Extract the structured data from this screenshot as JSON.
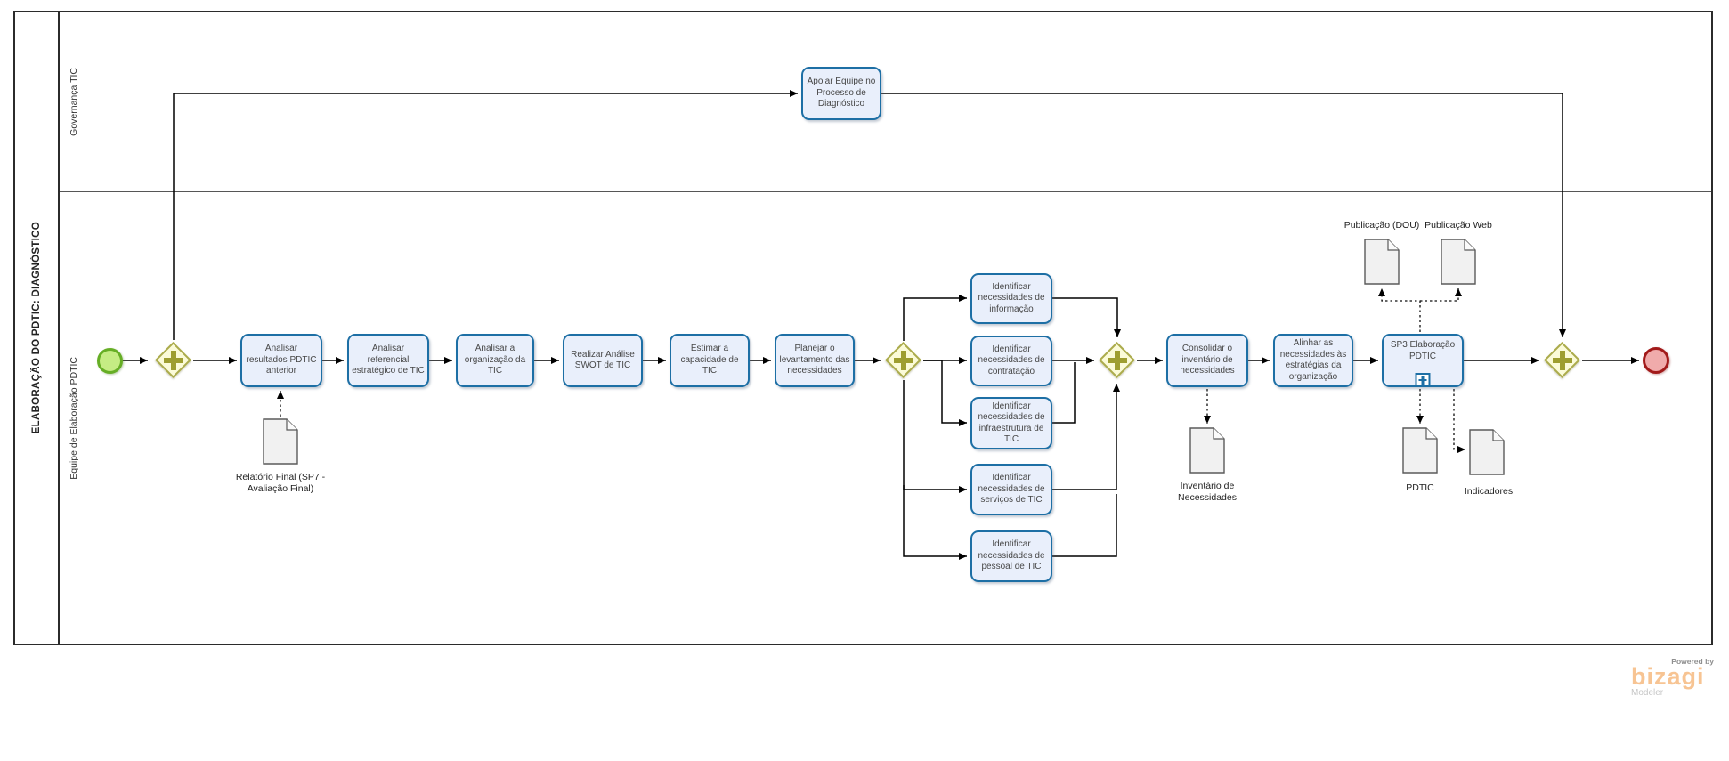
{
  "pool": {
    "title": "ELABORAÇÃO DO PDTIC: DIAGNÓSTICO",
    "lanes": [
      {
        "label": "Governança TIC"
      },
      {
        "label": "Equipe de Elaboração PDTIC"
      }
    ]
  },
  "tasks": [
    {
      "id": "apoiar-equipe",
      "label": "Apoiar Equipe no Processo de Diagnóstico"
    },
    {
      "id": "analisar-resultados",
      "label": "Analisar resultados PDTIC anterior"
    },
    {
      "id": "analisar-referencial",
      "label": "Analisar referencial estratégico de TIC"
    },
    {
      "id": "analisar-organizacao",
      "label": "Analisar a organização da TIC"
    },
    {
      "id": "realizar-analise-swot",
      "label": "Realizar Análise SWOT de TIC"
    },
    {
      "id": "estimar-capacidade",
      "label": "Estimar a capacidade de TIC"
    },
    {
      "id": "planejar-levantamento",
      "label": "Planejar o levantamento das necessidades"
    },
    {
      "id": "identificar-informacao",
      "label": "Identificar necessidades de informação"
    },
    {
      "id": "identificar-contratacao",
      "label": "Identificar necessidades de contratação"
    },
    {
      "id": "identificar-infraestrutura",
      "label": "Identificar necessidades de infraestrutura de TIC"
    },
    {
      "id": "identificar-servicos",
      "label": "Identificar necessidades de serviços de TIC"
    },
    {
      "id": "identificar-pessoal",
      "label": "Identificar necessidades de pessoal de TIC"
    },
    {
      "id": "consolidar-inventario",
      "label": "Consolidar o inventário de necessidades"
    },
    {
      "id": "alinhar-necessidades",
      "label": "Alinhar as necessidades às estratégias da organização"
    },
    {
      "id": "sp3-elaboracao-pdtic",
      "label": "SP3 Elaboração PDTIC",
      "subprocess": true
    }
  ],
  "documents": [
    {
      "id": "relatorio-final",
      "label": "Relatório Final (SP7 - Avaliação Final)"
    },
    {
      "id": "inventario-necessidades",
      "label": "Inventário de Necessidades"
    },
    {
      "id": "publicacao-dou",
      "label": "Publicação (DOU)"
    },
    {
      "id": "publicacao-web",
      "label": "Publicação Web"
    },
    {
      "id": "pdtic",
      "label": "PDTIC"
    },
    {
      "id": "indicadores",
      "label": "Indicadores"
    }
  ],
  "gateways": [
    {
      "id": "gateway-split-start",
      "type": "parallel"
    },
    {
      "id": "gateway-split-needs",
      "type": "parallel"
    },
    {
      "id": "gateway-join-needs",
      "type": "parallel"
    },
    {
      "id": "gateway-join-end",
      "type": "parallel"
    }
  ],
  "events": [
    {
      "id": "start-event",
      "type": "start"
    },
    {
      "id": "end-event",
      "type": "end"
    }
  ],
  "branding": {
    "powered_by": "Powered by",
    "brand": "bizagi",
    "product": "Modeler"
  },
  "colors": {
    "task_fill": "#E9EFFB",
    "task_border": "#1D6FA5",
    "gateway_fill": "#FBFBD8",
    "gateway_border": "#ABAB4C",
    "gateway_cross": "#9E9E30",
    "start_fill": "#C5EC84",
    "start_border": "#66AE25",
    "end_fill": "#F0ABAB",
    "end_border": "#A21A1A",
    "document_fill": "#F1F1F1",
    "brand_orange": "#F7C493"
  }
}
